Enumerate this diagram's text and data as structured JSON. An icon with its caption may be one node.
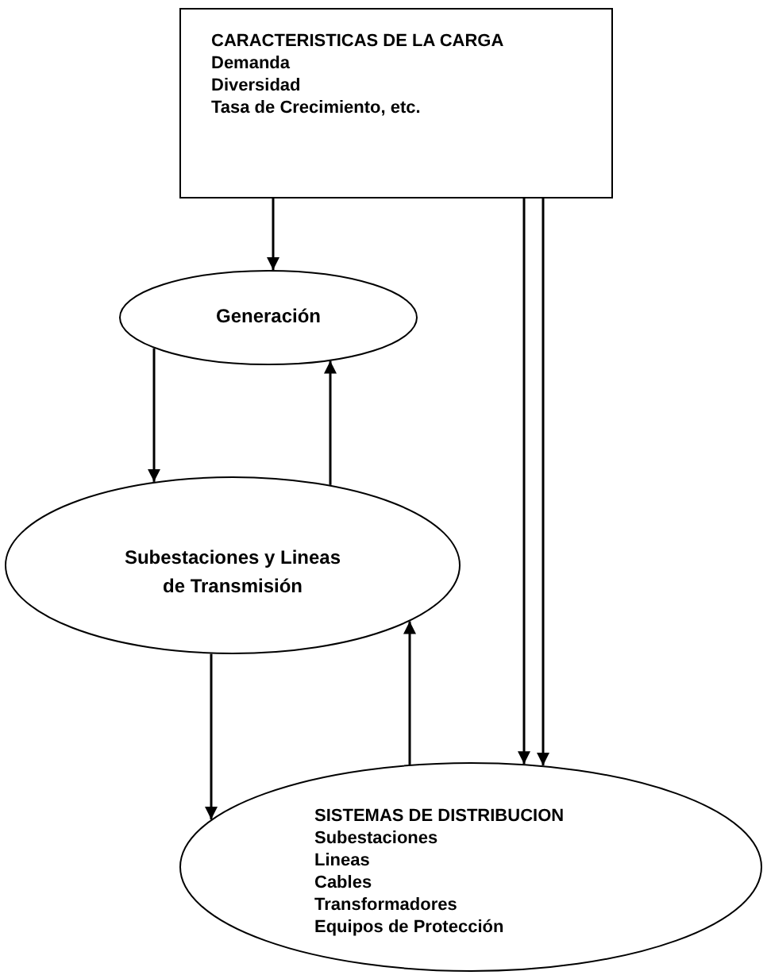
{
  "diagram": {
    "nodes": [
      {
        "text": [
          "CARACTERISTICAS DE LA CARGA",
          "Demanda",
          "Diversidad",
          "Tasa de Crecimiento, etc."
        ]
      },
      {
        "text": [
          "Generación"
        ]
      },
      {
        "text": [
          "Subestaciones y Lineas de Transmisión"
        ]
      },
      {
        "text": [
          "SISTEMAS DE DISTRIBUCION",
          "Subestaciones",
          "Lineas",
          "Cables",
          "Transformadores",
          "Equipos de Protección"
        ]
      }
    ],
    "edges": [
      {
        "from": 0,
        "to": 1,
        "arrow": "to"
      },
      {
        "from": 1,
        "to": 2,
        "arrow": "to"
      },
      {
        "from": 2,
        "to": 1,
        "arrow": "to"
      },
      {
        "from": 0,
        "to": 3,
        "arrow": "to"
      },
      {
        "from": 0,
        "to": 3,
        "arrow": "to"
      },
      {
        "from": 2,
        "to": 3,
        "arrow": "to"
      },
      {
        "from": 3,
        "to": 2,
        "arrow": "to"
      }
    ]
  }
}
